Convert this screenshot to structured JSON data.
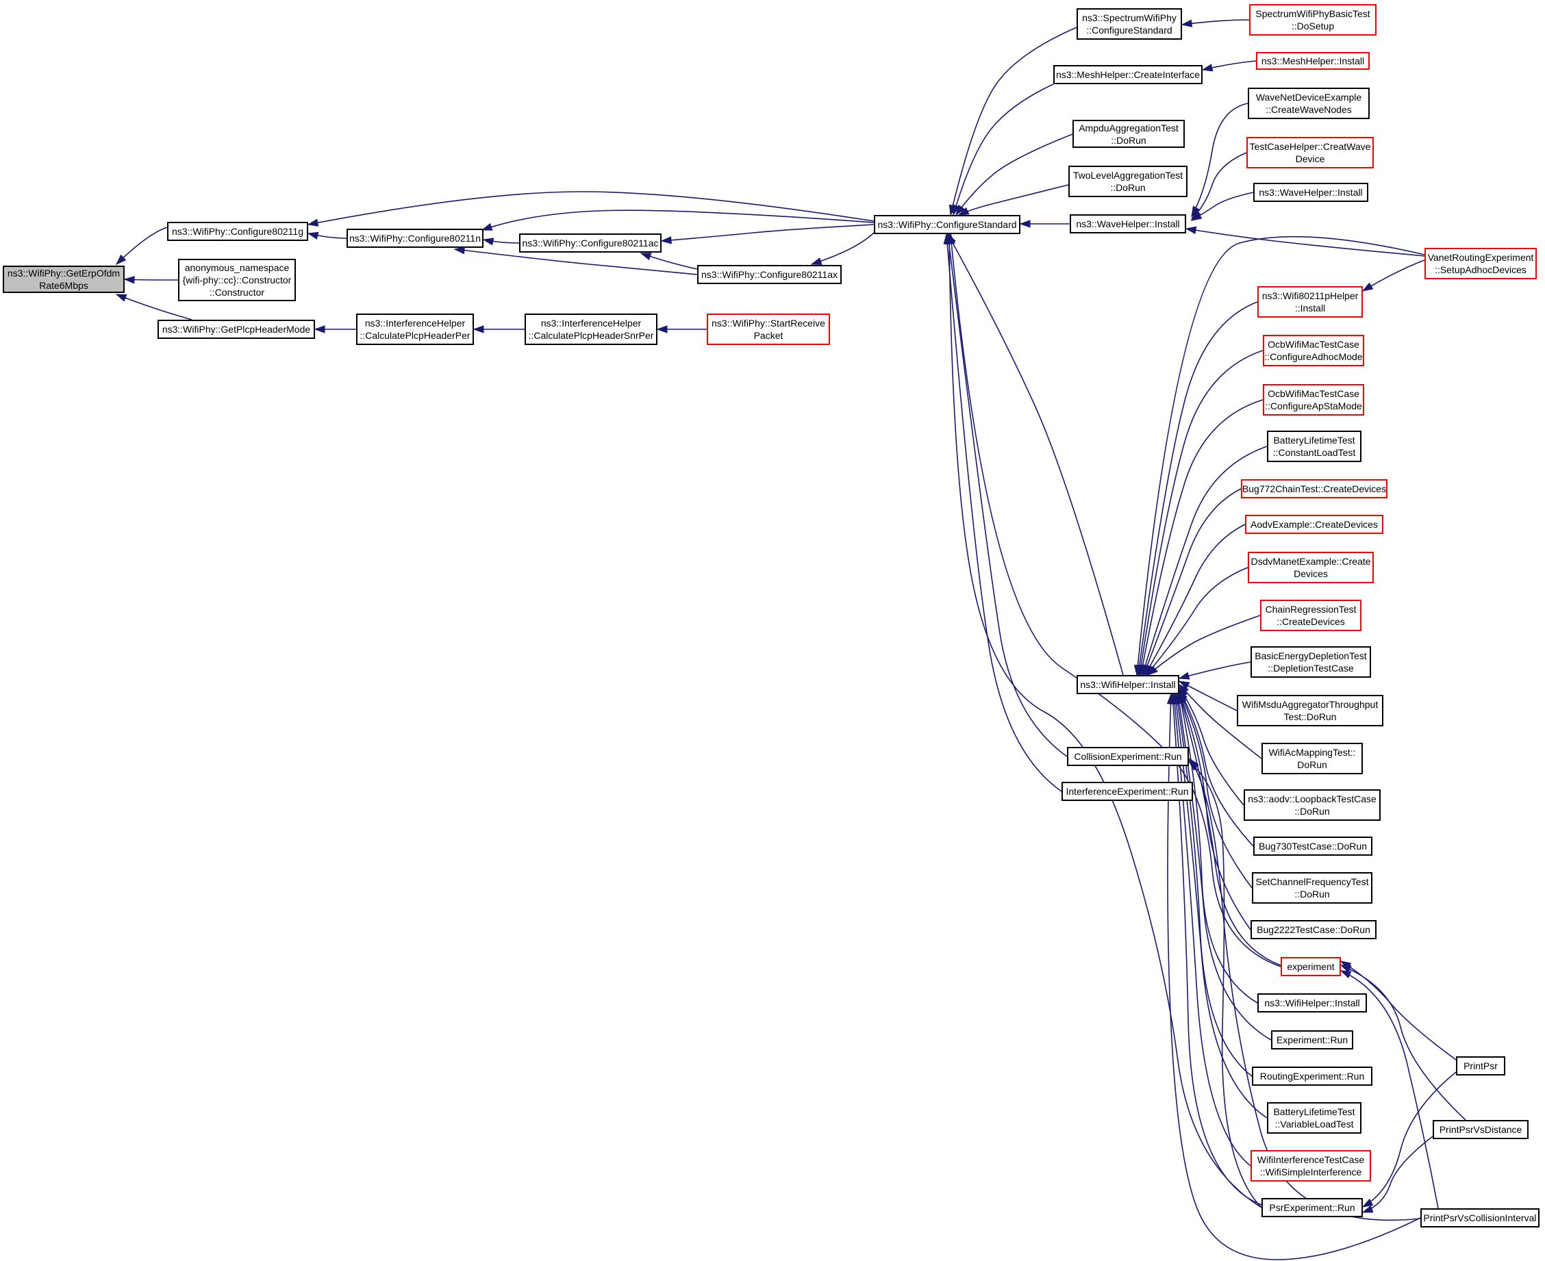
{
  "colors": {
    "edge": "#191970",
    "node_border": "#000000",
    "node_border_truncated": "#ff0000",
    "root_fill": "#bfbfbf",
    "background": "#ffffff"
  },
  "nodes": [
    {
      "id": "root",
      "lines": [
        "ns3::WifiPhy::GetErpOfdm",
        "Rate6Mbps"
      ],
      "style": "root"
    },
    {
      "id": "c80211g",
      "lines": [
        "ns3::WifiPhy::Configure80211g"
      ],
      "style": "normal"
    },
    {
      "id": "anon",
      "lines": [
        "anonymous_namespace",
        "{wifi-phy::cc}::Constructor",
        "::Constructor"
      ],
      "style": "normal"
    },
    {
      "id": "gethdr",
      "lines": [
        "ns3::WifiPhy::GetPlcpHeaderMode"
      ],
      "style": "normal"
    },
    {
      "id": "c80211n",
      "lines": [
        "ns3::WifiPhy::Configure80211n"
      ],
      "style": "normal"
    },
    {
      "id": "calcper",
      "lines": [
        "ns3::InterferenceHelper",
        "::CalculatePlcpHeaderPer"
      ],
      "style": "normal"
    },
    {
      "id": "c80211ac",
      "lines": [
        "ns3::WifiPhy::Configure80211ac"
      ],
      "style": "normal"
    },
    {
      "id": "c80211ax",
      "lines": [
        "ns3::WifiPhy::Configure80211ax"
      ],
      "style": "normal"
    },
    {
      "id": "calcsnr",
      "lines": [
        "ns3::InterferenceHelper",
        "::CalculatePlcpHeaderSnrPer"
      ],
      "style": "normal"
    },
    {
      "id": "startrx",
      "lines": [
        "ns3::WifiPhy::StartReceive",
        "Packet"
      ],
      "style": "truncated"
    },
    {
      "id": "cfgstd",
      "lines": [
        "ns3::WifiPhy::ConfigureStandard"
      ],
      "style": "normal"
    },
    {
      "id": "spectrum",
      "lines": [
        "ns3::SpectrumWifiPhy",
        "::ConfigureStandard"
      ],
      "style": "normal"
    },
    {
      "id": "meshci",
      "lines": [
        "ns3::MeshHelper::CreateInterface"
      ],
      "style": "normal"
    },
    {
      "id": "ampdu",
      "lines": [
        "AmpduAggregationTest",
        "::DoRun"
      ],
      "style": "normal"
    },
    {
      "id": "twolevel",
      "lines": [
        "TwoLevelAggregationTest",
        "::DoRun"
      ],
      "style": "normal"
    },
    {
      "id": "waveinst",
      "lines": [
        "ns3::WaveHelper::Install"
      ],
      "style": "normal"
    },
    {
      "id": "wifiinst",
      "lines": [
        "ns3::WifiHelper::Install"
      ],
      "style": "normal"
    },
    {
      "id": "collexp",
      "lines": [
        "CollisionExperiment::Run"
      ],
      "style": "normal"
    },
    {
      "id": "intexp",
      "lines": [
        "InterferenceExperiment::Run"
      ],
      "style": "normal"
    },
    {
      "id": "specsetup",
      "lines": [
        "SpectrumWifiPhyBasicTest",
        "::DoSetup"
      ],
      "style": "truncated"
    },
    {
      "id": "meshinst",
      "lines": [
        "ns3::MeshHelper::Install"
      ],
      "style": "truncated"
    },
    {
      "id": "wavenet",
      "lines": [
        "WaveNetDeviceExample",
        "::CreateWaveNodes"
      ],
      "style": "normal"
    },
    {
      "id": "testcase",
      "lines": [
        "TestCaseHelper::CreatWave",
        "Device"
      ],
      "style": "truncated"
    },
    {
      "id": "wave2",
      "lines": [
        "ns3::WaveHelper::Install"
      ],
      "style": "normal"
    },
    {
      "id": "vanet",
      "lines": [
        "VanetRoutingExperiment",
        "::SetupAdhocDevices"
      ],
      "style": "truncated"
    },
    {
      "id": "w80211p",
      "lines": [
        "ns3::Wifi80211pHelper",
        "::Install"
      ],
      "style": "truncated"
    },
    {
      "id": "ocbadhoc",
      "lines": [
        "OcbWifiMacTestCase",
        "::ConfigureAdhocMode"
      ],
      "style": "truncated"
    },
    {
      "id": "ocbapsta",
      "lines": [
        "OcbWifiMacTestCase",
        "::ConfigureApStaMode"
      ],
      "style": "truncated"
    },
    {
      "id": "battconst",
      "lines": [
        "BatteryLifetimeTest",
        "::ConstantLoadTest"
      ],
      "style": "normal"
    },
    {
      "id": "bug772",
      "lines": [
        "Bug772ChainTest::CreateDevices"
      ],
      "style": "truncated"
    },
    {
      "id": "aodvex",
      "lines": [
        "AodvExample::CreateDevices"
      ],
      "style": "truncated"
    },
    {
      "id": "dsdv",
      "lines": [
        "DsdvManetExample::Create",
        "Devices"
      ],
      "style": "truncated"
    },
    {
      "id": "chainreg",
      "lines": [
        "ChainRegressionTest",
        "::CreateDevices"
      ],
      "style": "truncated"
    },
    {
      "id": "basicenergy",
      "lines": [
        "BasicEnergyDepletionTest",
        "::DepletionTestCase"
      ],
      "style": "normal"
    },
    {
      "id": "msdu",
      "lines": [
        "WifiMsduAggregatorThroughput",
        "Test::DoRun"
      ],
      "style": "normal"
    },
    {
      "id": "acmap",
      "lines": [
        "WifiAcMappingTest::",
        "DoRun"
      ],
      "style": "normal"
    },
    {
      "id": "aodvloop",
      "lines": [
        "ns3::aodv::LoopbackTestCase",
        "::DoRun"
      ],
      "style": "normal"
    },
    {
      "id": "bug730",
      "lines": [
        "Bug730TestCase::DoRun"
      ],
      "style": "normal"
    },
    {
      "id": "setchan",
      "lines": [
        "SetChannelFrequencyTest",
        "::DoRun"
      ],
      "style": "normal"
    },
    {
      "id": "bug2222",
      "lines": [
        "Bug2222TestCase::DoRun"
      ],
      "style": "normal"
    },
    {
      "id": "experiment",
      "lines": [
        "experiment"
      ],
      "style": "truncated"
    },
    {
      "id": "wifiinst2",
      "lines": [
        "ns3::WifiHelper::Install"
      ],
      "style": "normal"
    },
    {
      "id": "exprun",
      "lines": [
        "Experiment::Run"
      ],
      "style": "normal"
    },
    {
      "id": "routexp",
      "lines": [
        "RoutingExperiment::Run"
      ],
      "style": "normal"
    },
    {
      "id": "battvar",
      "lines": [
        "BatteryLifetimeTest",
        "::VariableLoadTest"
      ],
      "style": "normal"
    },
    {
      "id": "wifiint",
      "lines": [
        "WifiInterferenceTestCase",
        "::WifiSimpleInterference"
      ],
      "style": "truncated"
    },
    {
      "id": "psrexp",
      "lines": [
        "PsrExperiment::Run"
      ],
      "style": "normal"
    },
    {
      "id": "printpsr",
      "lines": [
        "PrintPsr"
      ],
      "style": "normal"
    },
    {
      "id": "printpsrdist",
      "lines": [
        "PrintPsrVsDistance"
      ],
      "style": "normal"
    },
    {
      "id": "printpsrcoll",
      "lines": [
        "PrintPsrVsCollisionInterval"
      ],
      "style": "normal"
    }
  ],
  "edges": [
    [
      "c80211g",
      "root"
    ],
    [
      "anon",
      "root"
    ],
    [
      "gethdr",
      "root"
    ],
    [
      "c80211n",
      "c80211g"
    ],
    [
      "cfgstd",
      "c80211g"
    ],
    [
      "c80211ac",
      "c80211n"
    ],
    [
      "c80211ax",
      "c80211n"
    ],
    [
      "cfgstd",
      "c80211n"
    ],
    [
      "c80211ax",
      "c80211ac"
    ],
    [
      "cfgstd",
      "c80211ac"
    ],
    [
      "cfgstd",
      "c80211ax"
    ],
    [
      "calcper",
      "gethdr"
    ],
    [
      "calcsnr",
      "calcper"
    ],
    [
      "startrx",
      "calcsnr"
    ],
    [
      "spectrum",
      "cfgstd"
    ],
    [
      "meshci",
      "cfgstd"
    ],
    [
      "ampdu",
      "cfgstd"
    ],
    [
      "twolevel",
      "cfgstd"
    ],
    [
      "waveinst",
      "cfgstd"
    ],
    [
      "wifiinst",
      "cfgstd"
    ],
    [
      "collexp",
      "cfgstd"
    ],
    [
      "intexp",
      "cfgstd"
    ],
    [
      "psrexp",
      "cfgstd"
    ],
    [
      "experiment",
      "cfgstd"
    ],
    [
      "specsetup",
      "spectrum"
    ],
    [
      "meshinst",
      "meshci"
    ],
    [
      "wavenet",
      "waveinst"
    ],
    [
      "testcase",
      "waveinst"
    ],
    [
      "wave2",
      "waveinst"
    ],
    [
      "vanet",
      "waveinst"
    ],
    [
      "vanet",
      "wifiinst"
    ],
    [
      "w80211p",
      "wifiinst"
    ],
    [
      "ocbadhoc",
      "wifiinst"
    ],
    [
      "ocbapsta",
      "wifiinst"
    ],
    [
      "battconst",
      "wifiinst"
    ],
    [
      "bug772",
      "wifiinst"
    ],
    [
      "aodvex",
      "wifiinst"
    ],
    [
      "dsdv",
      "wifiinst"
    ],
    [
      "chainreg",
      "wifiinst"
    ],
    [
      "basicenergy",
      "wifiinst"
    ],
    [
      "msdu",
      "wifiinst"
    ],
    [
      "acmap",
      "wifiinst"
    ],
    [
      "aodvloop",
      "wifiinst"
    ],
    [
      "bug730",
      "wifiinst"
    ],
    [
      "setchan",
      "wifiinst"
    ],
    [
      "bug2222",
      "wifiinst"
    ],
    [
      "experiment",
      "wifiinst"
    ],
    [
      "wifiinst2",
      "wifiinst"
    ],
    [
      "exprun",
      "wifiinst"
    ],
    [
      "routexp",
      "wifiinst"
    ],
    [
      "battvar",
      "wifiinst"
    ],
    [
      "wifiint",
      "wifiinst"
    ],
    [
      "psrexp",
      "wifiinst"
    ],
    [
      "printpsrcoll",
      "wifiinst"
    ],
    [
      "vanet",
      "w80211p"
    ],
    [
      "psrexp",
      "collexp"
    ],
    [
      "printpsrcoll",
      "collexp"
    ],
    [
      "printpsr",
      "experiment"
    ],
    [
      "printpsrdist",
      "experiment"
    ],
    [
      "printpsrcoll",
      "experiment"
    ],
    [
      "printpsr",
      "psrexp"
    ],
    [
      "printpsrdist",
      "psrexp"
    ]
  ]
}
